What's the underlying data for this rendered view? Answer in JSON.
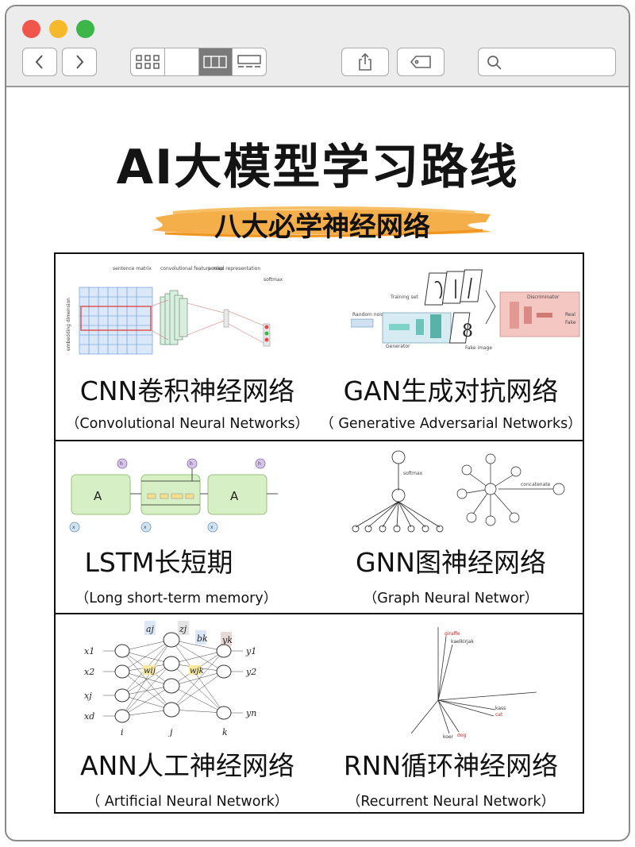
{
  "toolbar": {
    "back_icon": "chevron-left-icon",
    "forward_icon": "chevron-right-icon",
    "view_icons": [
      "grid-icon",
      "blank",
      "columns-icon",
      "gallery-icon"
    ],
    "share_icon": "share-icon",
    "tag_icon": "tag-icon",
    "search_icon": "search-icon",
    "search_value": ""
  },
  "page": {
    "title": "AI大模型学习路线",
    "subtitle": "八大必学神经网络",
    "highlight_color": "#f3a536"
  },
  "networks": [
    {
      "name": "CNN卷积神经网络",
      "english": "（Convolutional Neural Networks）"
    },
    {
      "name": "GAN生成对抗网络",
      "english": "（ Generative Adversarial Networks）"
    },
    {
      "name": "LSTM长短期",
      "english": "（Long short-term memory）"
    },
    {
      "name": "GNN图神经网络",
      "english": "（Graph Neural Networ）"
    },
    {
      "name": "ANN人工神经网络",
      "english": "（ Artificial Neural Network）"
    },
    {
      "name": "RNN循环神经网络",
      "english": "（Recurrent Neural Network）"
    }
  ],
  "diagrams": {
    "cnn": {
      "labels": [
        "sentence matrix",
        "convolutional feature map",
        "pooled representation",
        "softmax",
        "embedding dimension"
      ]
    },
    "gan": {
      "labels": [
        "Training set",
        "Random noise",
        "Generator",
        "Fake image",
        "Discriminator",
        "Real",
        "Fake"
      ]
    },
    "lstm": {
      "cells": [
        "A",
        "A"
      ],
      "nodes": [
        "h",
        "h",
        "h",
        "x",
        "x",
        "x"
      ]
    },
    "gnn": {
      "labels": [
        "softmax",
        "concatenate"
      ]
    },
    "ann": {
      "inputs": [
        "x1",
        "x2",
        "xj",
        "xd"
      ],
      "outputs": [
        "y1",
        "y2",
        "yn"
      ],
      "top_labels": [
        "aj",
        "zj",
        "bk",
        "yk"
      ],
      "weights": [
        "wij",
        "wjk"
      ],
      "layers": [
        "i",
        "j",
        "k"
      ]
    },
    "rnn": {
      "words": [
        "giraffe",
        "kaelkirjak",
        "kass",
        "cat",
        "koer",
        "dog"
      ]
    }
  }
}
